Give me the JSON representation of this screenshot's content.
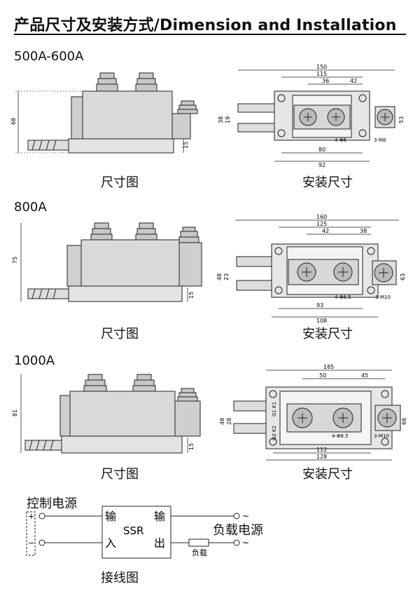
{
  "title": "产品尺寸及安装方式/Dimension and  Installation",
  "sections": [
    {
      "label": "500A-600A",
      "side_caption": "尺寸图",
      "top_caption": "安装尺寸",
      "side_dims": {
        "height": "68",
        "base": "15"
      },
      "top_dims": {
        "overall": "150",
        "holes": "115",
        "pitch1": "36",
        "pitch2": "42",
        "inner_w": "80",
        "outer_w": "92",
        "h_small": "19",
        "h_large": "38",
        "h_right": "53",
        "hole_note": "4-Φ6",
        "screw_note": "3-M8"
      }
    },
    {
      "label": "800A",
      "side_caption": "尺寸图",
      "top_caption": "安装尺寸",
      "side_dims": {
        "height": "75",
        "base": "15"
      },
      "top_dims": {
        "overall": "160",
        "holes": "125",
        "pitch1": "42",
        "pitch2": "38",
        "inner_w": "93",
        "outer_w": "108",
        "h_small": "23",
        "h_large": "48",
        "h_right": "63",
        "hole_note": "4-Φ6.5",
        "screw_note": "3-M10"
      }
    },
    {
      "label": "1000A",
      "side_caption": "尺寸图",
      "top_caption": "安装尺寸",
      "side_dims": {
        "height": "81",
        "base": "15"
      },
      "top_dims": {
        "overall": "185",
        "pitch1": "50",
        "pitch2": "45",
        "inner_w": "112",
        "outer_w": "128",
        "h_small": "28",
        "h_large": "48",
        "h_right": "66",
        "hole_note": "4-Φ6.5",
        "screw_note": "3-M10",
        "terminals": [
          "K1",
          "G1",
          "K2",
          "G2"
        ]
      }
    }
  ],
  "wiring": {
    "control_label": "控制电源",
    "plus": "+",
    "minus": "−",
    "in_top": "输",
    "in_bottom": "入",
    "ssr": "SSR",
    "out_top": "输",
    "out_bottom": "出",
    "load_label": "负载",
    "load_power_label": "负载电源",
    "tilde": "~",
    "caption": "接线图"
  }
}
